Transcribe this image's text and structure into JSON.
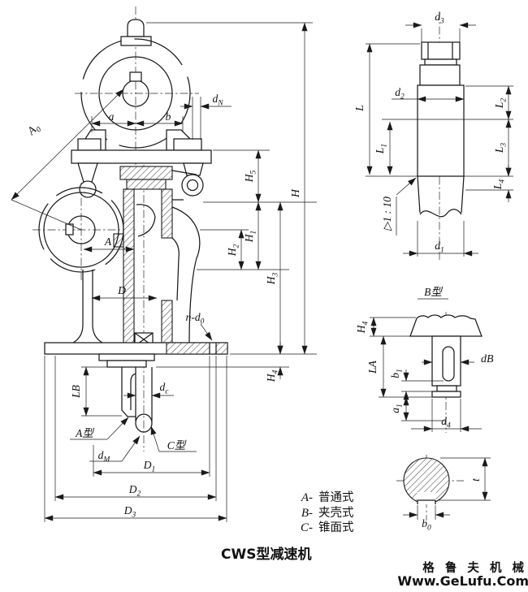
{
  "caption": "CWS型减速机",
  "legend": {
    "items": [
      {
        "key": "A-",
        "label": "普通式"
      },
      {
        "key": "B-",
        "label": "夹壳式"
      },
      {
        "key": "C-",
        "label": "锥面式"
      }
    ]
  },
  "watermark": {
    "line1": "格 鲁 夫 机 械",
    "line2": "Www.GeLufu.Com",
    "color": "#f08080"
  },
  "colors": {
    "line": "#1a1a1a",
    "background": "#ffffff"
  },
  "main_view": {
    "A0": "A~0~",
    "a": "a",
    "b": "b",
    "dN": "d~N~",
    "A": "A",
    "D": "D",
    "n_d0": "n-d~0~",
    "H": "H",
    "H1": "H~1~",
    "H2": "H~2~",
    "H3": "H~3~",
    "H4": "H~4~",
    "H5": "H~5~",
    "LB": "LB",
    "dc": "d~c~",
    "dM": "d~M~",
    "type_a": "A型",
    "type_c": "C型",
    "D1": "D~1~",
    "D2": "D~2~",
    "D3": "D~3~"
  },
  "shaft_view": {
    "d1": "d~1~",
    "d2": "d~2~",
    "d3": "d~3~",
    "L": "L",
    "L1": "L~1~",
    "L2": "L~2~",
    "L3": "L~3~",
    "L4": "L~4~",
    "taper": "▷1 : 10",
    "label": "B型"
  },
  "b_type_view": {
    "H4": "H~4~",
    "LA": "LA",
    "b1": "b~1~",
    "a1": "a~1~",
    "dB": "dB",
    "d4": "d~4~"
  },
  "section_view": {
    "t": "t",
    "b0": "b~0~"
  }
}
